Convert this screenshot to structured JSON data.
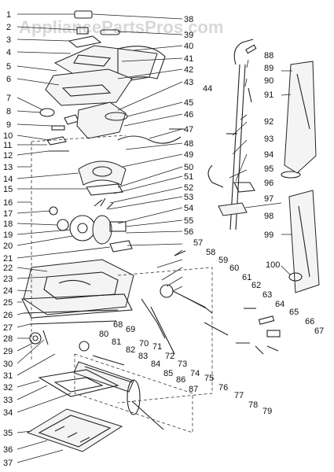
{
  "watermark": "AppliancePartsPros.com",
  "labels_left": [
    "1",
    "2",
    "3",
    "4",
    "5",
    "6",
    "7",
    "8",
    "9",
    "10",
    "11",
    "12",
    "13",
    "14",
    "15",
    "16",
    "17",
    "18",
    "19",
    "20",
    "21",
    "22",
    "23",
    "24",
    "25",
    "26",
    "27",
    "28",
    "29",
    "30",
    "31",
    "32",
    "33",
    "34",
    "35",
    "36",
    "37"
  ],
  "labels_center": [
    "38",
    "39",
    "40",
    "41",
    "42",
    "43",
    "44",
    "45",
    "46",
    "47",
    "48",
    "49",
    "50",
    "51",
    "52",
    "53",
    "54",
    "55",
    "56",
    "57",
    "58",
    "59",
    "60",
    "61",
    "62",
    "63",
    "64",
    "65",
    "66",
    "67",
    "68",
    "69",
    "70",
    "71",
    "72",
    "73",
    "74",
    "75",
    "76",
    "77",
    "78",
    "79",
    "80",
    "81",
    "82",
    "83",
    "84",
    "85",
    "86",
    "87"
  ],
  "labels_right": [
    "88",
    "89",
    "90",
    "91",
    "92",
    "93",
    "94",
    "95",
    "96",
    "97",
    "98",
    "99",
    "100"
  ]
}
